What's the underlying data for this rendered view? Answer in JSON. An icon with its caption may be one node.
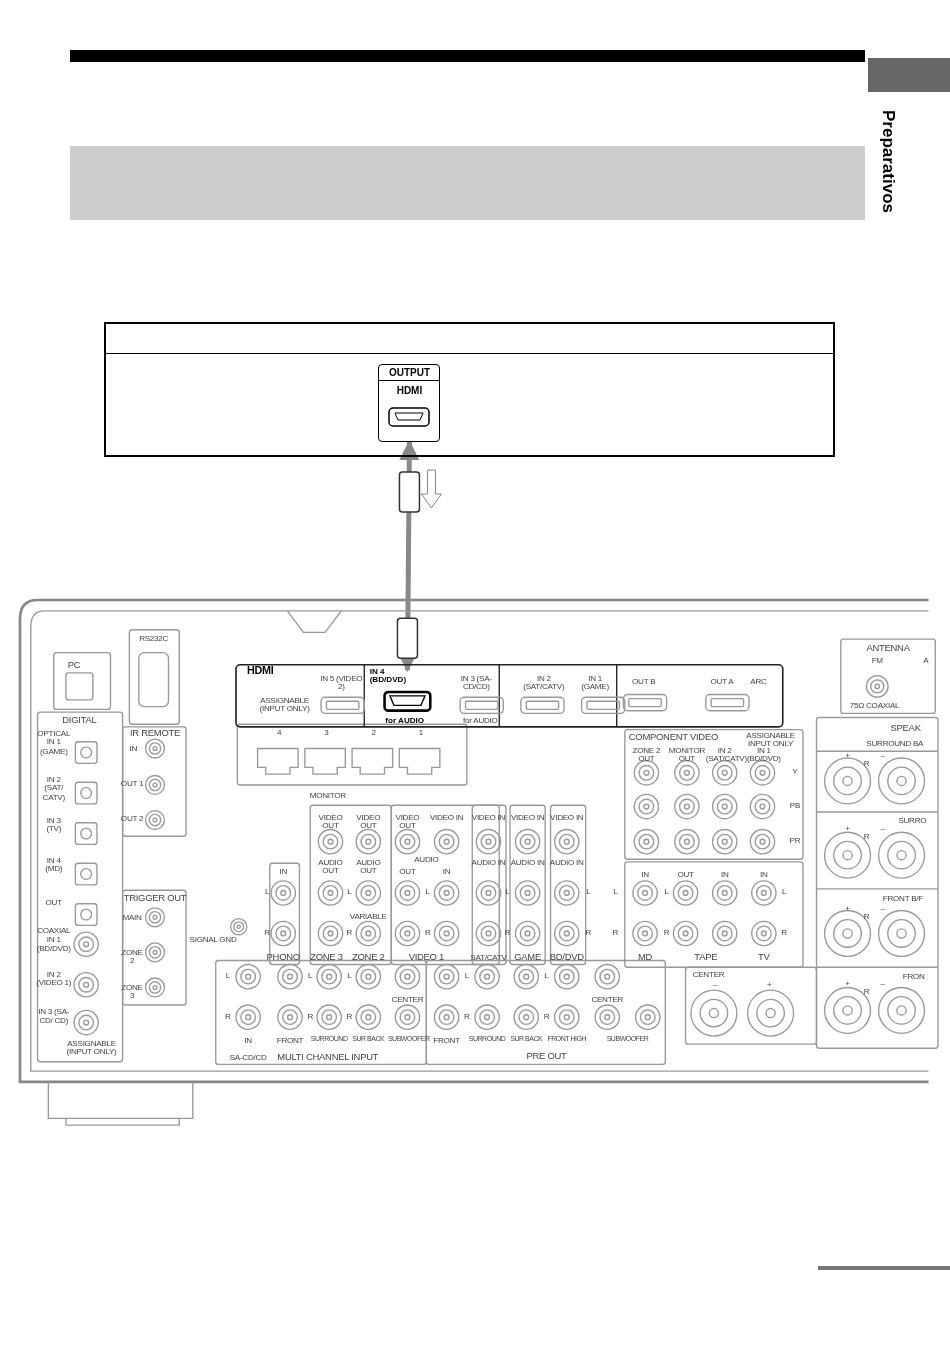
{
  "diagram": {
    "nodes": [
      {
        "text": [],
        "shape": "bar"
      },
      {
        "text": [],
        "shape": "bar"
      },
      {
        "text": [],
        "shape": "box"
      },
      {
        "text": [
          "OUTPUT",
          "HDMI"
        ],
        "in": 2
      },
      {
        "text": [
          "IN 4 (BD/DVD)",
          "for AUDIO"
        ]
      }
    ],
    "edges": [
      {
        "from": 3,
        "to": 4,
        "arrow": "both"
      }
    ],
    "labels": [
      "Preparativos",
      "PC",
      "RS232C",
      "DIGITAL",
      "OPTICAL IN 1 (GAME)",
      "IN 2 (SAT/ CATV)",
      "IN 3 (TV)",
      "IN 4 (MD)",
      "OUT",
      "COAXIAL IN 1 (BD/DVD)",
      "IN 2 (VIDEO 1)",
      "IN 3 (SA-CD/ CD)",
      "ASSIGNABLE (INPUT ONLY)",
      "IR REMOTE",
      "IN",
      "OUT 1",
      "OUT 2",
      "TRIGGER OUT",
      "MAIN",
      "ZONE 2",
      "ZONE 3",
      "SIGNAL GND",
      "HDMI",
      "ASSIGNABLE (INPUT ONLY)",
      "IN 5 (VIDEO 2)",
      "IN 3 (SA-CD/CD)",
      "for AUDIO",
      "IN 2 (SAT/CATV)",
      "IN 1 (GAME)",
      "OUT B",
      "OUT A",
      "ARC",
      "4",
      "3",
      "2",
      "1",
      "COMPONENT VIDEO",
      "ASSIGNABLE INPUT ONLY",
      "ZONE 2 OUT",
      "MONITOR OUT",
      "IN 2 (SAT/CATV)",
      "IN 1 (BD/DVD)",
      "Y",
      "PB",
      "PR",
      "MONITOR",
      "VIDEO OUT",
      "VIDEO OUT",
      "VIDEO OUT",
      "VIDEO IN",
      "VIDEO IN",
      "VIDEO IN",
      "VIDEO IN",
      "IN",
      "AUDIO OUT",
      "AUDIO OUT",
      "AUDIO",
      "OUT",
      "IN",
      "AUDIO IN",
      "AUDIO IN",
      "AUDIO IN",
      "VARIABLE",
      "L",
      "R",
      "L",
      "R",
      "L",
      "R",
      "L",
      "R",
      "L",
      "R",
      "L",
      "R",
      "L",
      "R",
      "L",
      "R",
      "IN",
      "OUT",
      "IN",
      "IN",
      "PHONO",
      "ZONE 3",
      "ZONE 2",
      "VIDEO 1",
      "SAT/CATV",
      "GAME",
      "BD/DVD",
      "MD",
      "TAPE",
      "TV",
      "L",
      "R",
      "L",
      "R",
      "L",
      "R",
      "CENTER",
      "IN",
      "FRONT",
      "SURROUND",
      "SUR BACK",
      "SUBWOOFER",
      "SA-CD/CD",
      "MULTI CHANNEL INPUT",
      "L",
      "R",
      "L",
      "R",
      "CENTER",
      "FRONT",
      "SURROUND",
      "SUR BACK",
      "FRONT HIGH",
      "SUBWOOFER",
      "PRE OUT",
      "ANTENNA",
      "FM",
      "A",
      "75Ω COAXIAL",
      "SPEAK",
      "SURROUND BA",
      "+",
      "R",
      "–",
      "SURRO",
      "+",
      "R",
      "–",
      "FRONT B/F",
      "+",
      "R",
      "–",
      "CENTER",
      "–",
      "+",
      "FRON",
      "+",
      "R",
      "–"
    ]
  }
}
